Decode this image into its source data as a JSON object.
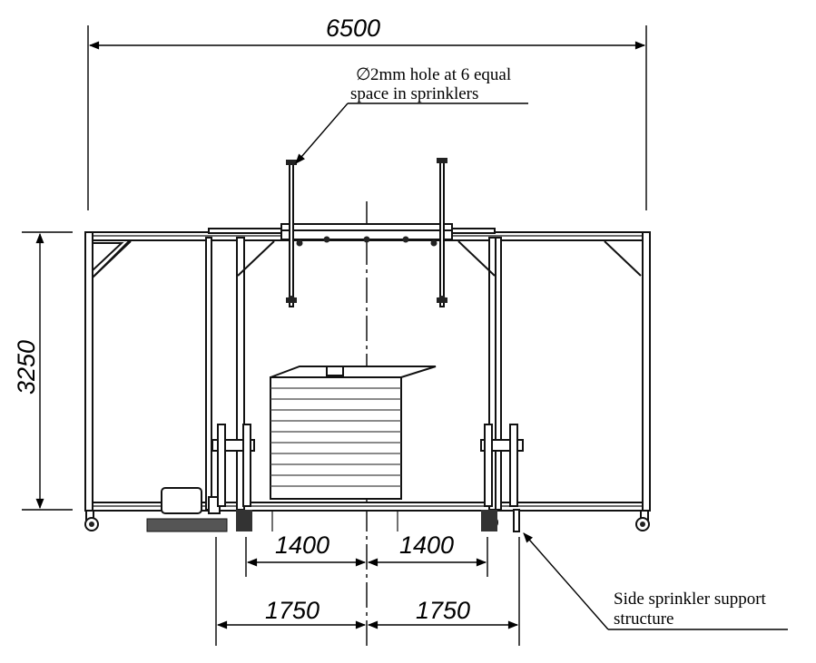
{
  "dimensions": {
    "overall_width": "6500",
    "overall_height": "3250",
    "inner_left": "1400",
    "inner_right": "1400",
    "outer_left": "1750",
    "outer_right": "1750"
  },
  "annotations": {
    "hole_note_line1": "2mm hole at 6 equal",
    "hole_note_line2": "space in sprinklers",
    "diameter_symbol": "∅",
    "support_note_line1": "Side sprinkler support",
    "support_note_line2": "structure"
  }
}
